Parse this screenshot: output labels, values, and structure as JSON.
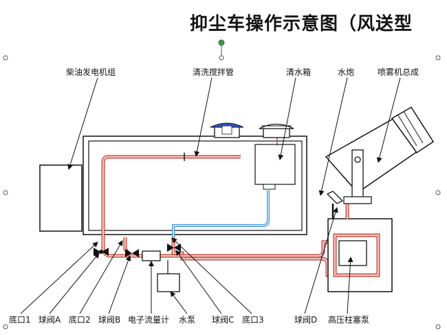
{
  "title": "抑尘车操作示意图（风送型",
  "top_labels": {
    "generator": "柴油发电机组",
    "mixer_pipe": "清洗搅拌管",
    "water_tank": "清水箱",
    "water_cannon": "水炮",
    "sprayer": "喷雾机总成"
  },
  "bottom_labels": {
    "outlet1": "底口1",
    "valveA": "球阀A",
    "outlet2": "底口2",
    "valveB": "球阀B",
    "flowmeter": "电子流量计",
    "pump": "水泵",
    "valveC": "球阀C",
    "outlet3": "底口3",
    "valveD": "球阀D",
    "hp_pump": "高压柱塞泵"
  },
  "colors": {
    "pipe_red": "#c0392b",
    "pipe_pink": "#f2c6c2",
    "pipe_blue": "#3a8fd6",
    "pipe_lightblue": "#bfe3f2",
    "handle_green": "#2ea043",
    "lid_blue": "#2c58c8"
  }
}
